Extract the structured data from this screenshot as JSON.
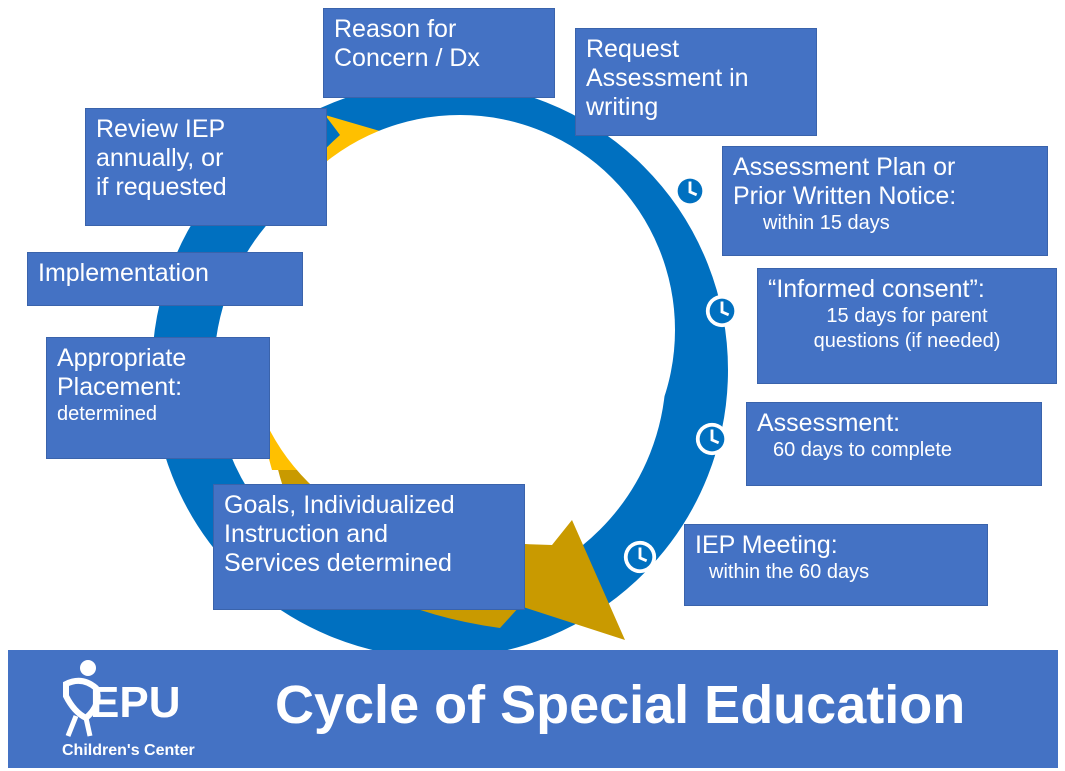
{
  "steps": {
    "reason": {
      "main": "Reason for\nConcern / Dx"
    },
    "request": {
      "main": "Request\nAssessment in\nwriting"
    },
    "plan": {
      "main": "Assessment Plan or\nPrior Written Notice:",
      "sub": "within 15 days"
    },
    "consent": {
      "main": "“Informed consent”:",
      "sub": "15 days for parent\nquestions (if needed)"
    },
    "assessment": {
      "main": "Assessment:",
      "sub": "60 days to complete"
    },
    "meeting": {
      "main": "IEP Meeting:",
      "sub": "within the 60 days"
    },
    "goals": {
      "main": "Goals, Individualized\nInstruction and\nServices determined"
    },
    "placement": {
      "main": "Appropriate\nPlacement:",
      "sub": "determined"
    },
    "implementation": {
      "main": "Implementation"
    },
    "review": {
      "main": "Review IEP\nannually, or\nif requested"
    }
  },
  "footer": {
    "title": "Cycle of Special Education",
    "logo": {
      "text": "EPU",
      "subtext": "Children's Center"
    }
  },
  "colors": {
    "ring_blue": "#0070c0",
    "arrow_gold": "#ffc000",
    "arrow_dark_gold": "#c99a00",
    "box_blue": "#4472c4"
  },
  "icons": {
    "clock": "clock-icon"
  }
}
